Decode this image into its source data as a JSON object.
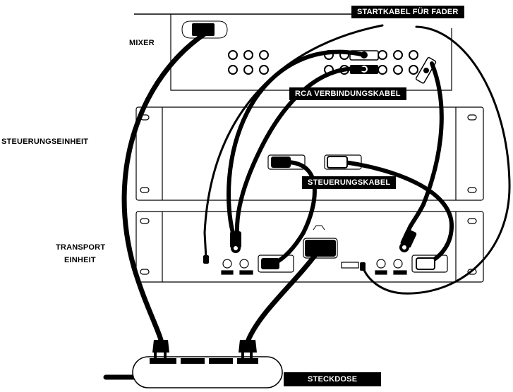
{
  "labels": {
    "mixer": "MIXER",
    "steuerungseinheit": "STEUERUNGSEINHEIT",
    "transport_line1": "TRANSPORT",
    "transport_line2": "EINHEIT",
    "startkabel": "STARTKABEL FÜR FADER",
    "rca": "RCA VERBINDUNGSKABEL",
    "steuerungskabel": "STEUERUNGSKABEL",
    "steckdose": "STECKDOSE"
  },
  "colors": {
    "ink": "#000000",
    "panel": "#ffffff",
    "label_bg": "#000000",
    "label_text": "#ffffff"
  }
}
